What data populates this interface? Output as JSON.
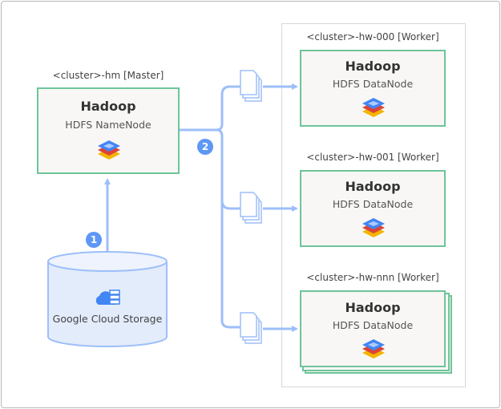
{
  "master": {
    "caption": "<cluster>-hm [Master]",
    "title": "Hadoop",
    "service": "HDFS NameNode"
  },
  "workers": [
    {
      "caption": "<cluster>-hw-000 [Worker]",
      "title": "Hadoop",
      "service": "HDFS DataNode"
    },
    {
      "caption": "<cluster>-hw-001 [Worker]",
      "title": "Hadoop",
      "service": "HDFS DataNode"
    },
    {
      "caption": "<cluster>-hw-nnn [Worker]",
      "title": "Hadoop",
      "service": "HDFS DataNode"
    }
  ],
  "storage": {
    "label": "Google Cloud Storage"
  },
  "steps": [
    "1",
    "2"
  ],
  "colors": {
    "node_border": "#6fc49a",
    "node_fill": "#f8f7f5",
    "arrow": "#9dbff9",
    "badge": "#5e97f6",
    "cylinder_fill": "#e3ecfb",
    "cylinder_stroke": "#9dbff9",
    "stack_blue": "#4285f4",
    "stack_red": "#db4437",
    "stack_yellow": "#f4b400"
  }
}
